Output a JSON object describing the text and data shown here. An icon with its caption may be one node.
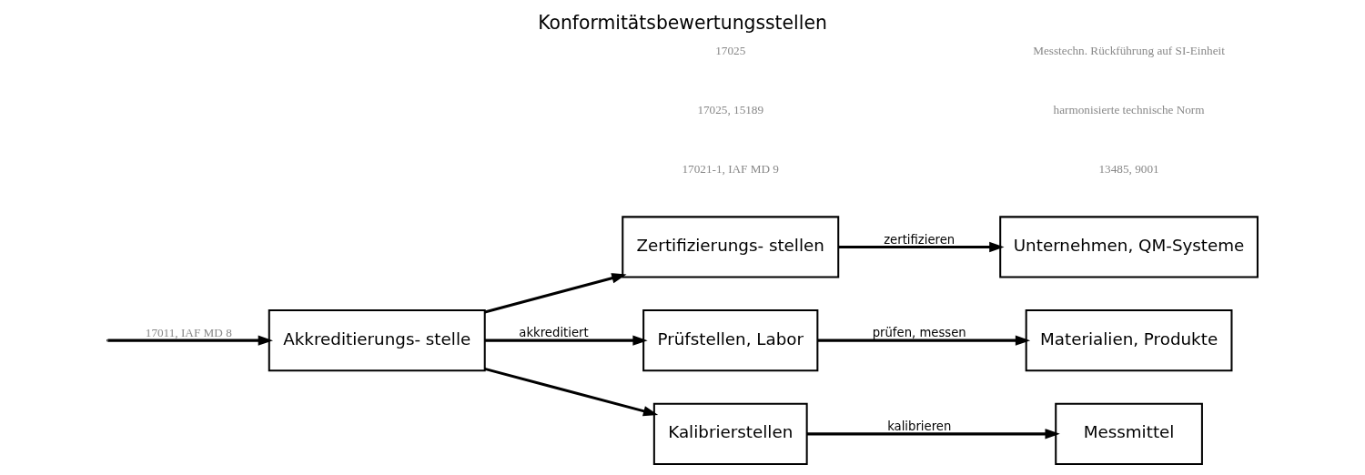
{
  "diagram": {
    "title": "Konformitätsbewertungsstellen",
    "nodes": [
      {
        "text": [
          "Akkreditierungs- stelle"
        ]
      },
      {
        "text": [
          "Zertifizierungs- stellen"
        ]
      },
      {
        "text": [
          "Prüfstellen, Labor"
        ]
      },
      {
        "text": [
          "Kalibrierstellen"
        ]
      },
      {
        "text": [
          "Unternehmen, QM-Systeme"
        ]
      },
      {
        "text": [
          "Materialien, Produkte"
        ]
      },
      {
        "text": [
          "Messmittel"
        ]
      }
    ],
    "edges": [
      {
        "from": null,
        "to": 0,
        "arrow": "to",
        "label": "17011, IAF MD 8"
      },
      {
        "from": 0,
        "to": 1,
        "arrow": "to"
      },
      {
        "from": 0,
        "to": 2,
        "arrow": "to",
        "label": "akkreditiert"
      },
      {
        "from": 0,
        "to": 3,
        "arrow": "to"
      },
      {
        "from": 1,
        "to": 4,
        "arrow": "to",
        "label": "zertifizieren"
      },
      {
        "from": 2,
        "to": 5,
        "arrow": "to",
        "label": "prüfen, messen"
      },
      {
        "from": 3,
        "to": 6,
        "arrow": "to",
        "label": "kalibrieren"
      }
    ],
    "labels": [
      "17021-1, IAF MD 9",
      "17025, 15189",
      "17025",
      "13485, 9001",
      "harmonisierte technische Norm",
      "Messtechn. Rückführung auf SI-Einheit"
    ]
  }
}
